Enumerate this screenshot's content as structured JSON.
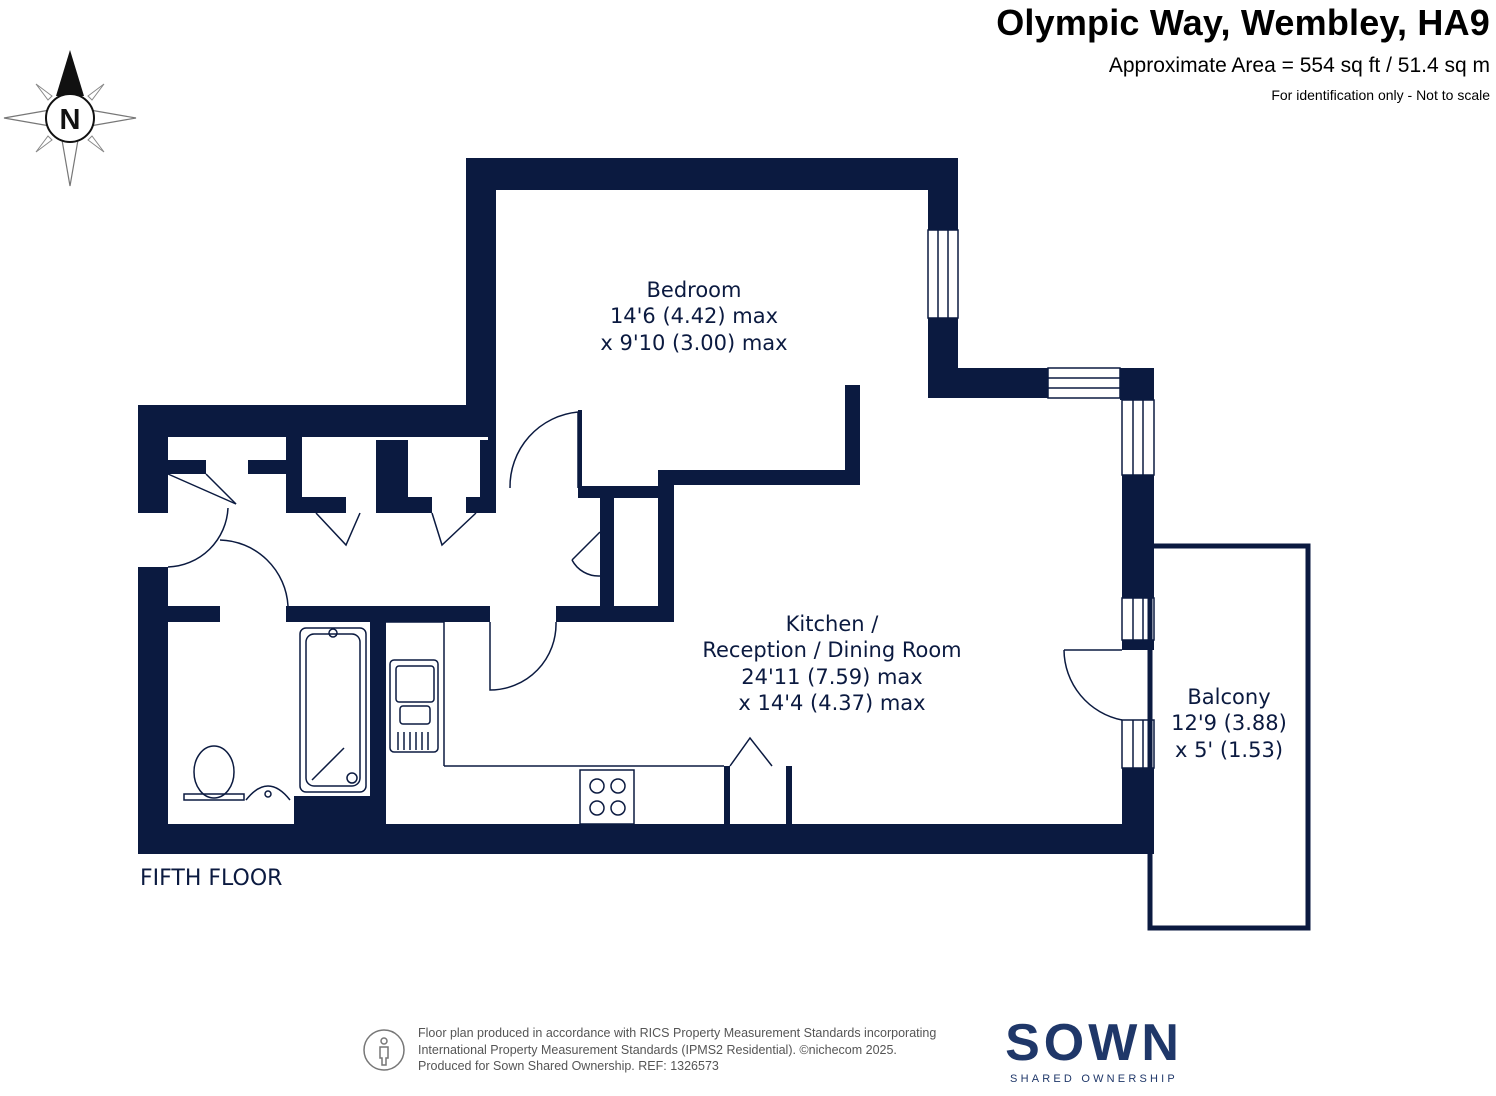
{
  "header": {
    "title": "Olympic Way, Wembley, HA9",
    "area": "Approximate Area = 554 sq ft / 51.4 sq m",
    "note": "For identification only - Not to scale"
  },
  "compass": {
    "label": "N"
  },
  "rooms": {
    "bedroom": {
      "name": "Bedroom",
      "dim1": "14'6 (4.42) max",
      "dim2": "x 9'10 (3.00) max"
    },
    "kitchen": {
      "name1": "Kitchen /",
      "name2": "Reception / Dining Room",
      "dim1": "24'11 (7.59) max",
      "dim2": "x 14'4 (4.37) max"
    },
    "balcony": {
      "name": "Balcony",
      "dim1": "12'9 (3.88)",
      "dim2": "x 5' (1.53)"
    }
  },
  "floor_label": "FIFTH FLOOR",
  "footer": {
    "line1": "Floor plan produced in accordance with RICS Property Measurement Standards incorporating",
    "line2": "International Property Measurement Standards (IPMS2 Residential).   ©nichecom 2025.",
    "line3": "Produced for Sown Shared Ownership.   REF:  1326573"
  },
  "logo": {
    "name": "SOWN",
    "tagline": "SHARED OWNERSHIP"
  },
  "colors": {
    "wall": "#0b1a40",
    "text": "#0b1a40",
    "logo": "#1f3769"
  }
}
